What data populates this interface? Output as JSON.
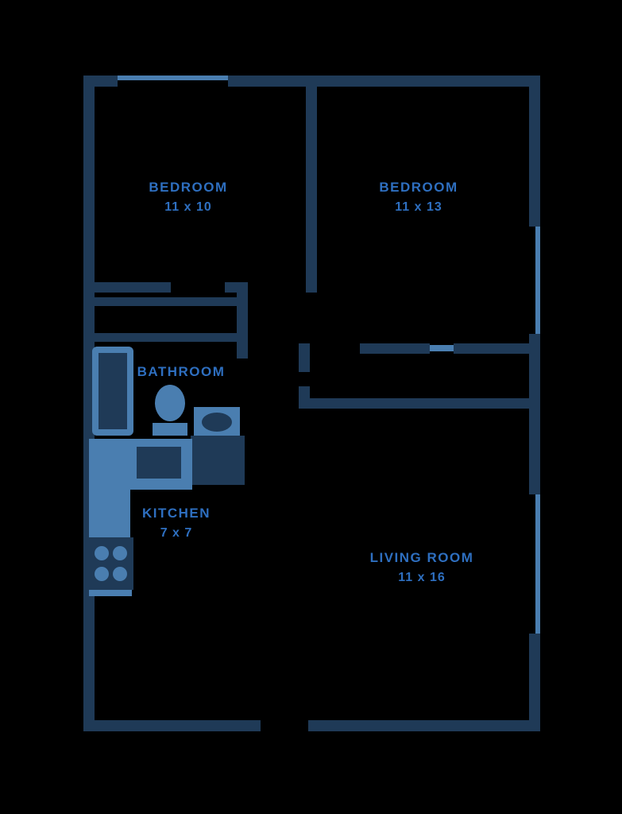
{
  "colors": {
    "background": "#000000",
    "wall": "#1f3a57",
    "fixture": "#4a7eb0",
    "label": "#2e6fc0"
  },
  "rooms": {
    "bedroom1": {
      "name": "BEDROOM",
      "dims": "11 x 10"
    },
    "bedroom2": {
      "name": "BEDROOM",
      "dims": "11 x 13"
    },
    "bathroom": {
      "name": "BATHROOM"
    },
    "kitchen": {
      "name": "KITCHEN",
      "dims": "7 x 7"
    },
    "living_room": {
      "name": "LIVING ROOM",
      "dims": "11 x 16"
    }
  }
}
